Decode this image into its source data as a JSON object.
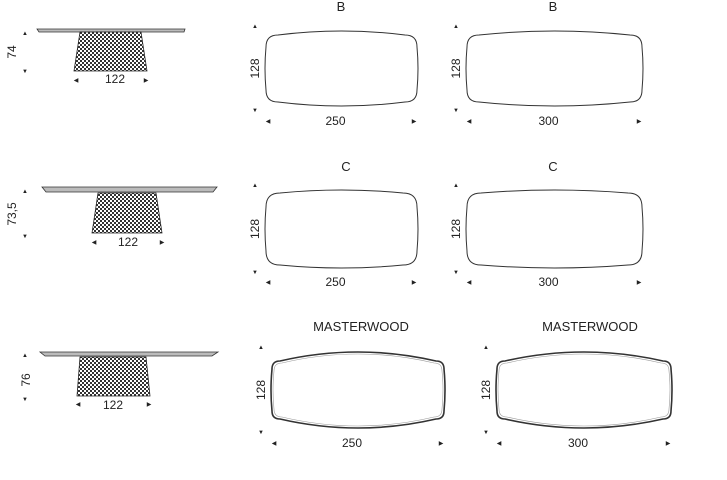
{
  "side_views": [
    {
      "height": "74",
      "base_width": "122"
    },
    {
      "height": "73,5",
      "base_width": "122"
    },
    {
      "height": "76",
      "base_width": "122"
    }
  ],
  "plan_rows": [
    {
      "items": [
        {
          "label": "B",
          "depth": "128",
          "length": "250"
        },
        {
          "label": "B",
          "depth": "128",
          "length": "300"
        }
      ]
    },
    {
      "items": [
        {
          "label": "C",
          "depth": "128",
          "length": "250"
        },
        {
          "label": "C",
          "depth": "128",
          "length": "300"
        }
      ]
    },
    {
      "items": [
        {
          "label": "MASTERWOOD",
          "depth": "128",
          "length": "250"
        },
        {
          "label": "MASTERWOOD",
          "depth": "128",
          "length": "300"
        }
      ]
    }
  ]
}
